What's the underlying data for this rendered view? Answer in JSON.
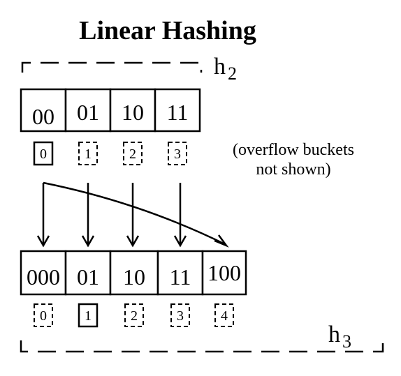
{
  "title": "Linear Hashing",
  "h_top": {
    "letter": "h",
    "sub": "2"
  },
  "h_bottom": {
    "letter": "h",
    "sub": "3"
  },
  "top_buckets": [
    {
      "label": "00",
      "overflow": "0",
      "overflow_style": "solid"
    },
    {
      "label": "01",
      "overflow": "1",
      "overflow_style": "dashed"
    },
    {
      "label": "10",
      "overflow": "2",
      "overflow_style": "dashed"
    },
    {
      "label": "11",
      "overflow": "3",
      "overflow_style": "dashed"
    }
  ],
  "bottom_buckets": [
    {
      "label": "000",
      "overflow": "0",
      "overflow_style": "dashed"
    },
    {
      "label": "01",
      "overflow": "1",
      "overflow_style": "solid"
    },
    {
      "label": "10",
      "overflow": "2",
      "overflow_style": "dashed"
    },
    {
      "label": "11",
      "overflow": "3",
      "overflow_style": "dashed"
    },
    {
      "label": "100",
      "overflow": "4",
      "overflow_style": "dashed"
    }
  ],
  "note": {
    "line1": "(overflow buckets",
    "line2": "not shown)"
  }
}
